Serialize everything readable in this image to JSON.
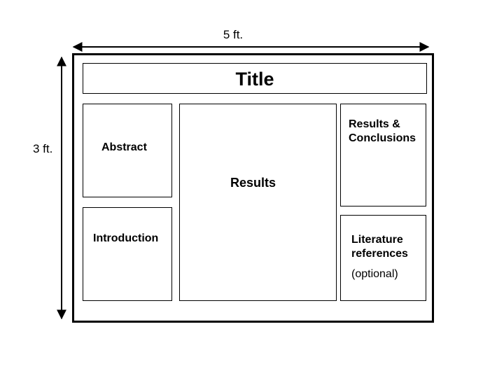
{
  "dimensions": {
    "width_label": "5 ft.",
    "height_label": "3 ft."
  },
  "poster": {
    "title": "Title",
    "abstract": "Abstract",
    "introduction": "Introduction",
    "results": "Results",
    "conclusions_line1": "Results &",
    "conclusions_line2": "Conclusions",
    "references_line1": "Literature",
    "references_line2": "references",
    "references_note": "(optional)"
  },
  "colors": {
    "stroke": "#000000",
    "background": "#ffffff"
  }
}
